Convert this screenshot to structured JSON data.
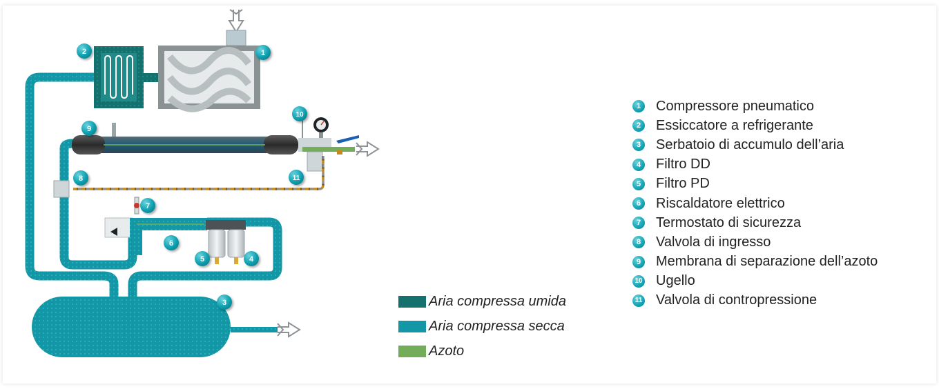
{
  "colors": {
    "wet_air": "#14716e",
    "dry_air": "#1396a5",
    "nitrogen": "#73ad5a",
    "badge": "#12a3b4",
    "dashed_line": "#c78a1a"
  },
  "legend": [
    {
      "label": "Aria compressa umida",
      "color": "#14716e"
    },
    {
      "label": "Aria compressa secca",
      "color": "#1396a5"
    },
    {
      "label": "Azoto",
      "color": "#73ad5a"
    }
  ],
  "components": [
    {
      "num": "1",
      "label": "Compressore pneumatico"
    },
    {
      "num": "2",
      "label": "Essiccatore a refrigerante"
    },
    {
      "num": "3",
      "label": "Serbatoio di accumulo dell’aria"
    },
    {
      "num": "4",
      "label": "Filtro DD"
    },
    {
      "num": "5",
      "label": "Filtro PD"
    },
    {
      "num": "6",
      "label": "Riscaldatore elettrico"
    },
    {
      "num": "7",
      "label": "Termostato di sicurezza"
    },
    {
      "num": "8",
      "label": "Valvola di ingresso"
    },
    {
      "num": "9",
      "label": "Membrana di separazione dell’azoto"
    },
    {
      "num": "10",
      "label": "Ugello"
    },
    {
      "num": "11",
      "label": "Valvola di contropressione"
    }
  ]
}
